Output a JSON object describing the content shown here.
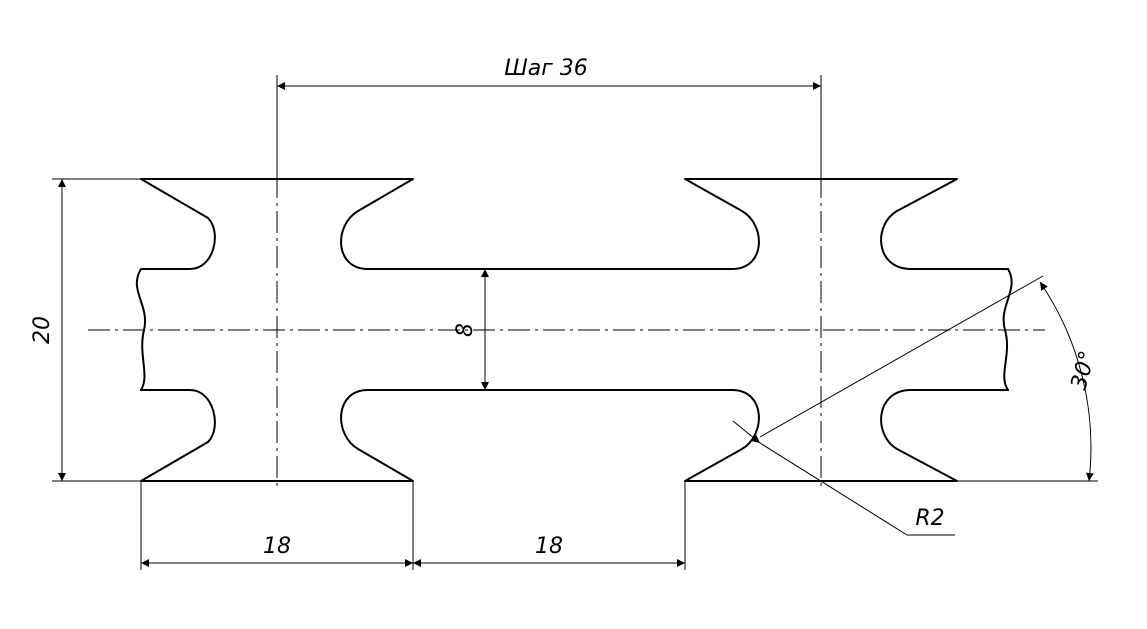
{
  "dimensions": {
    "pitch": "Шаг 36",
    "height": "20",
    "neck": "8",
    "tooth_width": "18",
    "gap_width": "18",
    "angle": "30°",
    "radius": "R2"
  },
  "colors": {
    "line": "#000000",
    "background": "#ffffff"
  }
}
